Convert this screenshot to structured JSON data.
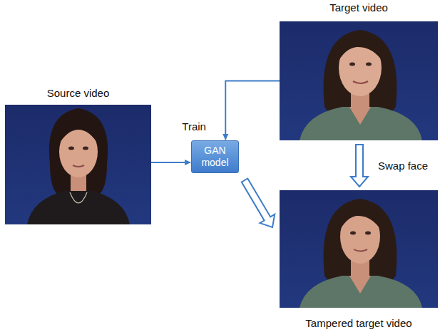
{
  "diagram": {
    "nodes": [
      {
        "text": [
          "Target video"
        ]
      },
      {
        "text": [
          "Source video"
        ]
      },
      {
        "text": [
          "GAN model"
        ]
      },
      {
        "text": [
          "Tampered target video"
        ]
      }
    ],
    "edges": [
      {
        "from": 0,
        "to": 2,
        "arrow": "to"
      },
      {
        "from": 1,
        "to": 2,
        "arrow": "to",
        "label": "Train"
      },
      {
        "from": 2,
        "to": 3,
        "arrow": "to"
      },
      {
        "from": 0,
        "to": 3,
        "arrow": "to",
        "label": "Swap face"
      }
    ]
  }
}
